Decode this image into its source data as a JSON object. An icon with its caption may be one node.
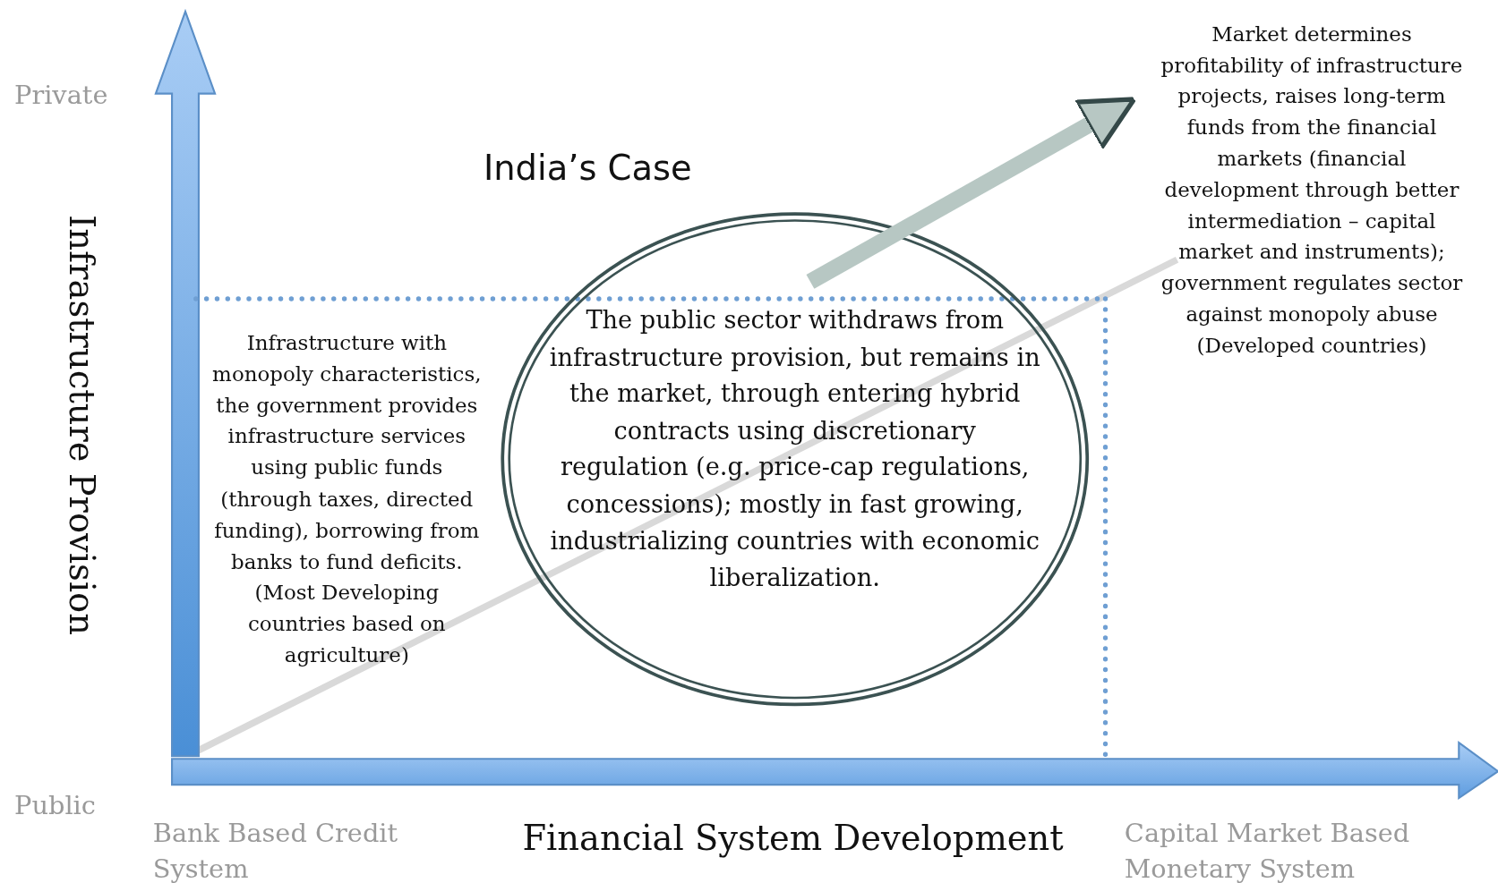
{
  "diagram": {
    "nodes": [
      {
        "text": [
          "The public sector withdraws from infrastructure provision, but remains in the market, through entering hybrid contracts using discretionary regulation (e.g. price-cap regulations, concessions); mostly in fast growing, industrializing countries with economic liberalization."
        ],
        "beside": [
          "India’s Case"
        ]
      },
      {
        "text": [
          "Market determines profitability of infrastructure projects, raises long-term funds from the financial markets (financial development through better intermediation – capital market and instruments); government regulates sector against monopoly abuse (Developed countries)"
        ]
      }
    ],
    "edges": [
      {
        "from": 0,
        "to": 1,
        "arrow": "to"
      }
    ],
    "labels": [
      "Private",
      "Infrastructure Provision",
      "Infrastructure with monopoly characteristics, the government provides infrastructure services using public funds (through taxes, directed funding), borrowing from banks to fund deficits. (Most Developing countries based on agriculture)",
      "Public",
      "Bank Based Credit System",
      "Financial System Development",
      "Capital Market Based Monetary System"
    ]
  }
}
